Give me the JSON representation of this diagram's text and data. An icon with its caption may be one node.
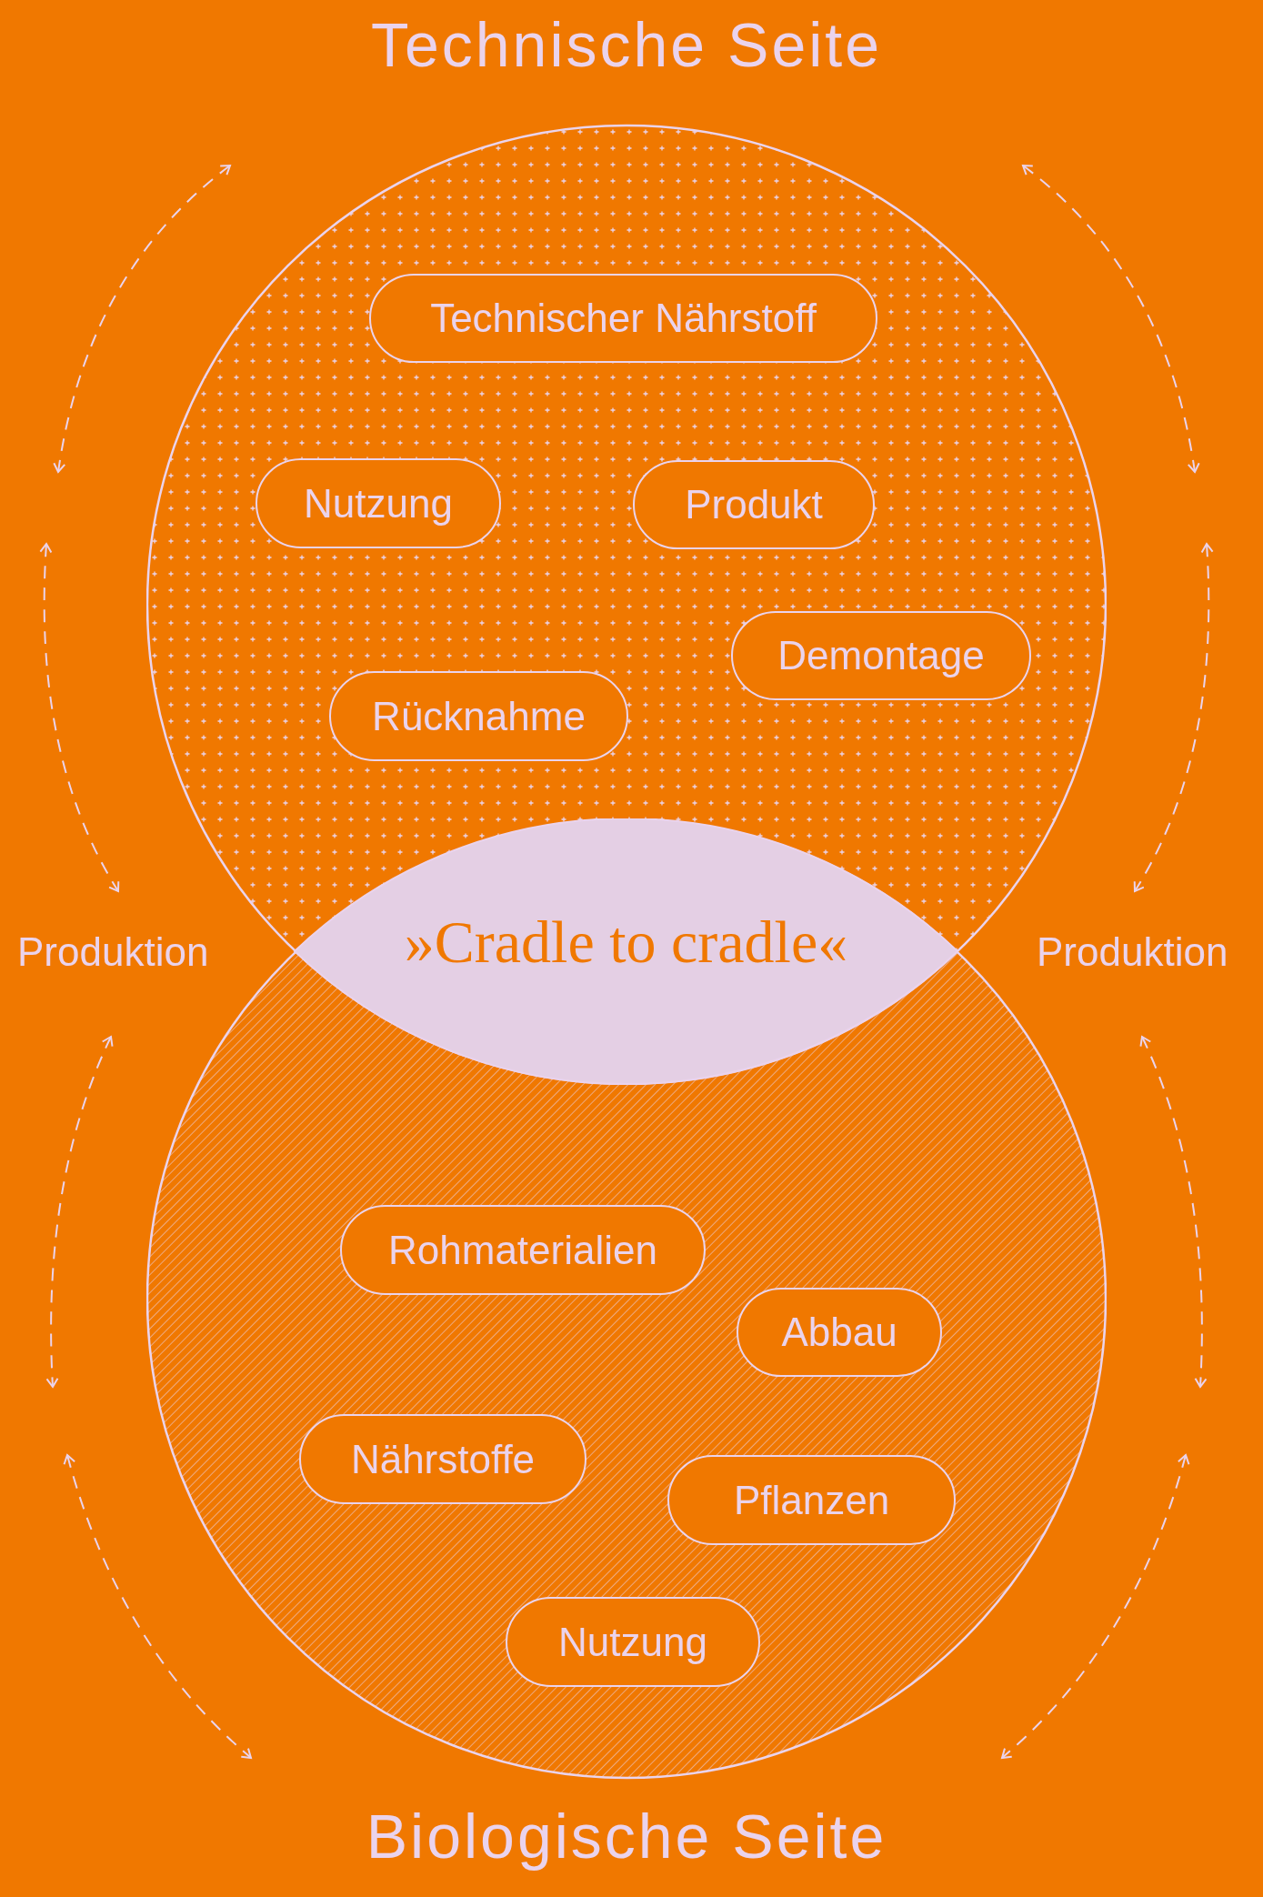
{
  "diagram": {
    "nodes": [
      {
        "text": [
          "Technische Seite"
        ]
      },
      {
        "text": [
          "Technischer Nährstoff"
        ],
        "in": 0
      },
      {
        "text": [
          "Nutzung"
        ],
        "in": 0
      },
      {
        "text": [
          "Produkt"
        ],
        "in": 0
      },
      {
        "text": [
          "Demontage"
        ],
        "in": 0
      },
      {
        "text": [
          "Rücknahme"
        ],
        "in": 0
      },
      {
        "text": [
          "»Cradle to cradle«"
        ]
      },
      {
        "text": [
          "Biologische Seite"
        ]
      },
      {
        "text": [
          "Rohmaterialien"
        ],
        "in": 7
      },
      {
        "text": [
          "Abbau"
        ],
        "in": 7
      },
      {
        "text": [
          "Nährstoffe"
        ],
        "in": 7
      },
      {
        "text": [
          "Pflanzen"
        ],
        "in": 7
      },
      {
        "text": [
          "Nutzung"
        ],
        "in": 7
      }
    ],
    "edges": [],
    "labels": [
      "Produktion",
      "Produktion"
    ]
  }
}
